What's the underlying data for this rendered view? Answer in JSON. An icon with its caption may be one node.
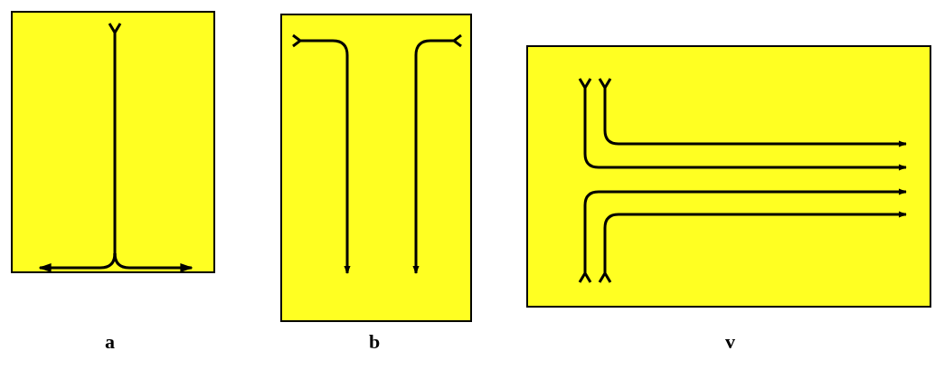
{
  "diagram": {
    "nodes": [
      {
        "text": [],
        "shape": "box",
        "beside": [
          "a"
        ]
      },
      {
        "text": [],
        "shape": "box",
        "beside": [
          "b"
        ]
      },
      {
        "text": [],
        "shape": "box",
        "beside": [
          "v"
        ]
      }
    ]
  }
}
